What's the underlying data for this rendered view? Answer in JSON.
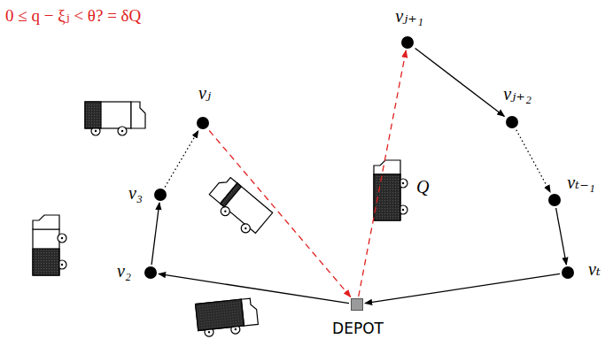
{
  "diagram": {
    "nodes": [
      {
        "text": [
          "vⱼ₊₁"
        ]
      },
      {
        "text": [
          "vⱼ"
        ]
      },
      {
        "text": [
          "vⱼ₊₂"
        ]
      },
      {
        "text": [
          "v₃"
        ]
      },
      {
        "text": [
          "vₜ₋₁"
        ]
      },
      {
        "text": [
          "v₂"
        ]
      },
      {
        "text": [
          "vₜ"
        ]
      },
      {
        "text": [
          "DEPOT"
        ]
      }
    ],
    "edges": [
      {
        "from": 7,
        "to": 5,
        "arrow": "to"
      },
      {
        "from": 5,
        "to": 3,
        "arrow": "to"
      },
      {
        "from": 3,
        "to": 1,
        "arrow": "to"
      },
      {
        "from": 1,
        "to": 7,
        "arrow": "to"
      },
      {
        "from": 7,
        "to": 0,
        "arrow": "to"
      },
      {
        "from": 0,
        "to": 2,
        "arrow": "to"
      },
      {
        "from": 2,
        "to": 4,
        "arrow": "to"
      },
      {
        "from": 4,
        "to": 6,
        "arrow": "to"
      },
      {
        "from": 6,
        "to": 7,
        "arrow": "to"
      }
    ],
    "labels": [
      "0 ≤ q − ξⱼ < θ? = δQ",
      "Q"
    ]
  }
}
